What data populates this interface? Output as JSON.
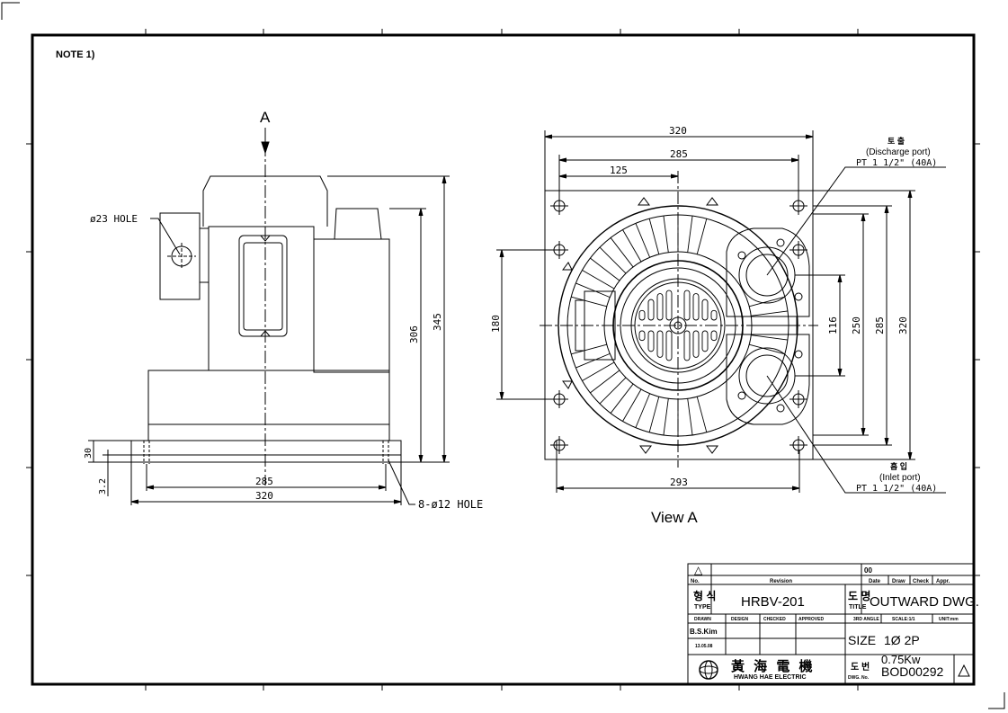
{
  "note": "NOTE 1)",
  "side_view": {
    "arrow_label": "A",
    "hole_top": "ø23 HOLE",
    "hole_bottom": "8-ø12 HOLE",
    "dim_base_thk": "30",
    "dim_3_2": "3.2",
    "dim_285": "285",
    "dim_320": "320",
    "dim_306": "306",
    "dim_345": "345"
  },
  "front_view": {
    "dim_320_top": "320",
    "dim_285_top": "285",
    "dim_125": "125",
    "dim_180": "180",
    "dim_116": "116",
    "dim_250": "250",
    "dim_285_right": "285",
    "dim_320_right": "320",
    "dim_293": "293",
    "discharge_kr": "토 출",
    "discharge_en": "(Discharge port)",
    "discharge_spec": "PT 1 1/2\" (40A)",
    "inlet_kr": "흡 입",
    "inlet_en": "(Inlet port)",
    "inlet_spec": "PT 1 1/2\" (40A)",
    "view_label": "View A"
  },
  "title_block": {
    "rev_symbol": "△",
    "rev_no": "00",
    "no_label": "No.",
    "revision_label": "Revision",
    "date_label": "Date",
    "draw_label": "Draw",
    "check_label": "Check",
    "appr_label": "Appr.",
    "type_kr": "형 식",
    "type_en": "TYPE",
    "type_value": "HRBV-201",
    "title_kr": "도 명",
    "title_en": "TITLE",
    "title_value": "OUTWARD DWG.",
    "drawn_label": "DRAWN",
    "design_label": "DESIGN",
    "checked_label": "CHECKED",
    "approved_label": "APPROVED",
    "angle_label": "3RD ANGLE",
    "scale_label": "SCALE:1/1",
    "unit_label": "UNIT:mm",
    "drawn_by": "B.S.Kim",
    "drawn_date": "13.05.08",
    "size_label": "SIZE",
    "size_value": "1Ø 2P",
    "power_value": "0.75Kw",
    "dwg_no_kr": "도 번",
    "dwg_no_en": "DWG. No.",
    "dwg_no": "BOD00292",
    "company_kr": "黃 海 電 機",
    "company_en": "HWANG HAE ELECTRIC"
  }
}
